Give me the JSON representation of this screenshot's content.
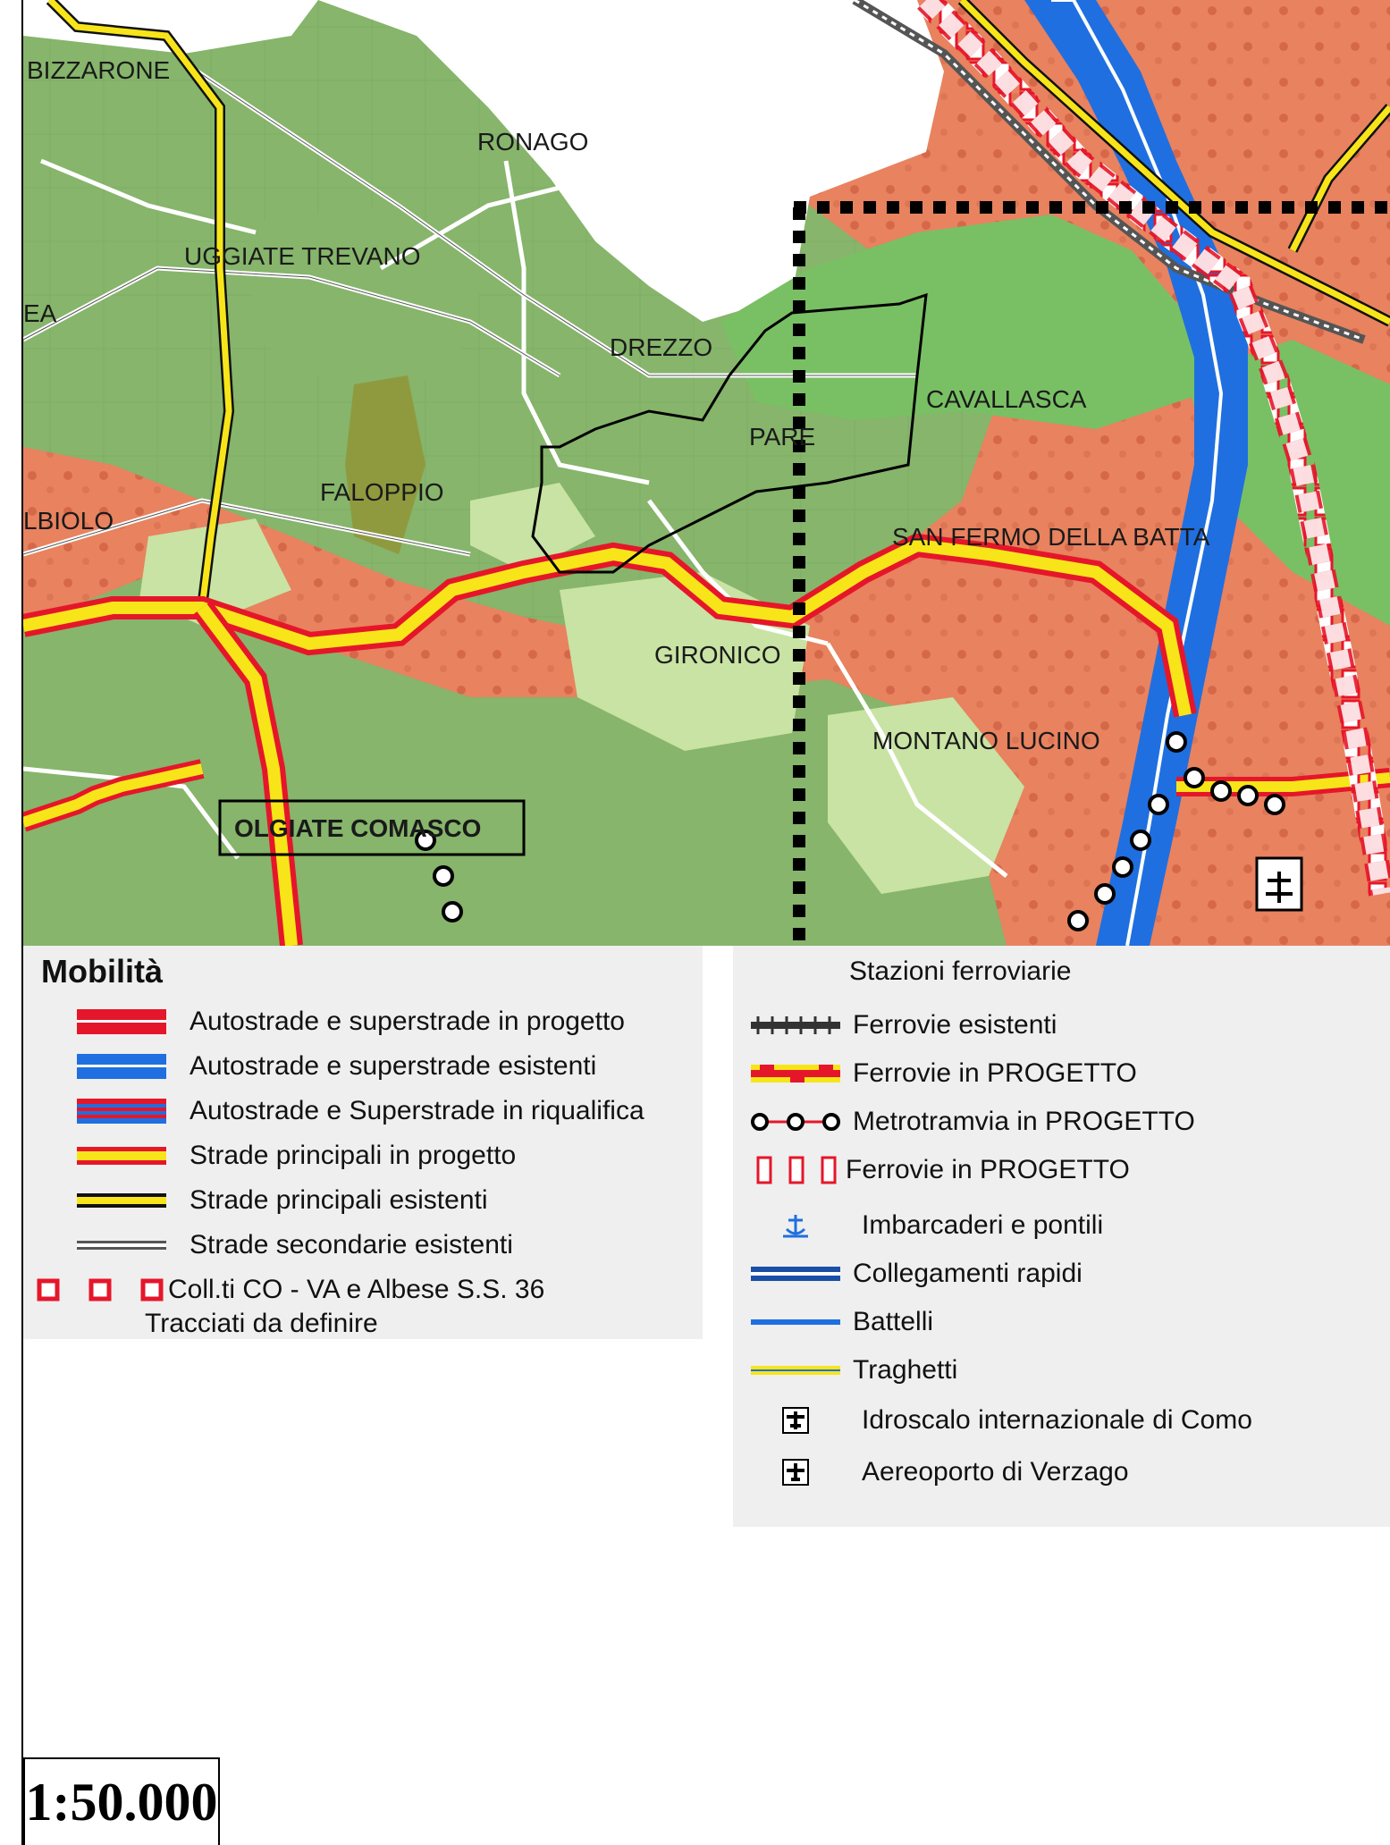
{
  "map": {
    "place_labels": [
      {
        "id": "bizzarone",
        "text": "BIZZARONE"
      },
      {
        "id": "ronago",
        "text": "RONAGO"
      },
      {
        "id": "uggiate",
        "text": "UGGIATE TREVANO"
      },
      {
        "id": "ea",
        "text": "EA"
      },
      {
        "id": "drezzo",
        "text": "DREZZO"
      },
      {
        "id": "cavallasca",
        "text": "CAVALLASCA"
      },
      {
        "id": "pare",
        "text": "PARE"
      },
      {
        "id": "faloppio",
        "text": "FALOPPIO"
      },
      {
        "id": "albiolo",
        "text": "LBIOLO"
      },
      {
        "id": "sanfermo",
        "text": "SAN FERMO DELLA BATTA"
      },
      {
        "id": "gironico",
        "text": "GIRONICO"
      },
      {
        "id": "montano",
        "text": "MONTANO LUCINO"
      },
      {
        "id": "olgiate",
        "text": "OLGIATE COMASCO"
      }
    ]
  },
  "legend": {
    "title": "Mobilità",
    "left_items": [
      {
        "label": "Autostrade e superstrade in progetto",
        "style": "red-double"
      },
      {
        "label": "Autostrade e superstrade esistenti",
        "style": "blue-double"
      },
      {
        "label": "Autostrade e Superstrade in riqualifica",
        "style": "red-blue-stripes"
      },
      {
        "label": "Strade principali in progetto",
        "style": "yellow-red"
      },
      {
        "label": "Strade principali esistenti",
        "style": "yellow-black"
      },
      {
        "label": "Strade secondarie esistenti",
        "style": "grey-double"
      },
      {
        "label": "Coll.ti CO - VA e Albese S.S. 36",
        "style": "red-squares"
      }
    ],
    "left_subnote": "Tracciati da definire",
    "right_heading": "Stazioni ferroviarie",
    "right_items": [
      {
        "label": "Ferrovie esistenti",
        "style": "rail-existing"
      },
      {
        "label": "Ferrovie in PROGETTO",
        "style": "rail-project-yellow"
      },
      {
        "label": "Metrotramvia in PROGETTO",
        "style": "tram-project"
      },
      {
        "label": "Ferrovie in PROGETTO",
        "style": "rail-project-boxes"
      },
      {
        "label": "Imbarcaderi e pontili",
        "style": "pier-icon"
      },
      {
        "label": "Collegamenti rapidi",
        "style": "fast-link"
      },
      {
        "label": "Battelli",
        "style": "boat"
      },
      {
        "label": "Traghetti",
        "style": "ferry"
      },
      {
        "label": "Idroscalo internazionale di Como",
        "style": "seaplane-icon"
      },
      {
        "label": "Aereoporto di Verzago",
        "style": "airport-icon"
      }
    ]
  },
  "scale": {
    "text": "1:50.000"
  },
  "colors": {
    "urban": "#e8825f",
    "forest": "#86b56b",
    "light-green": "#c8e3a3",
    "bright-green": "#79c064",
    "olive": "#8f9a3f",
    "water": "#1f6fe0",
    "road-yellow": "#f7e51a",
    "road-red": "#e6162a"
  }
}
